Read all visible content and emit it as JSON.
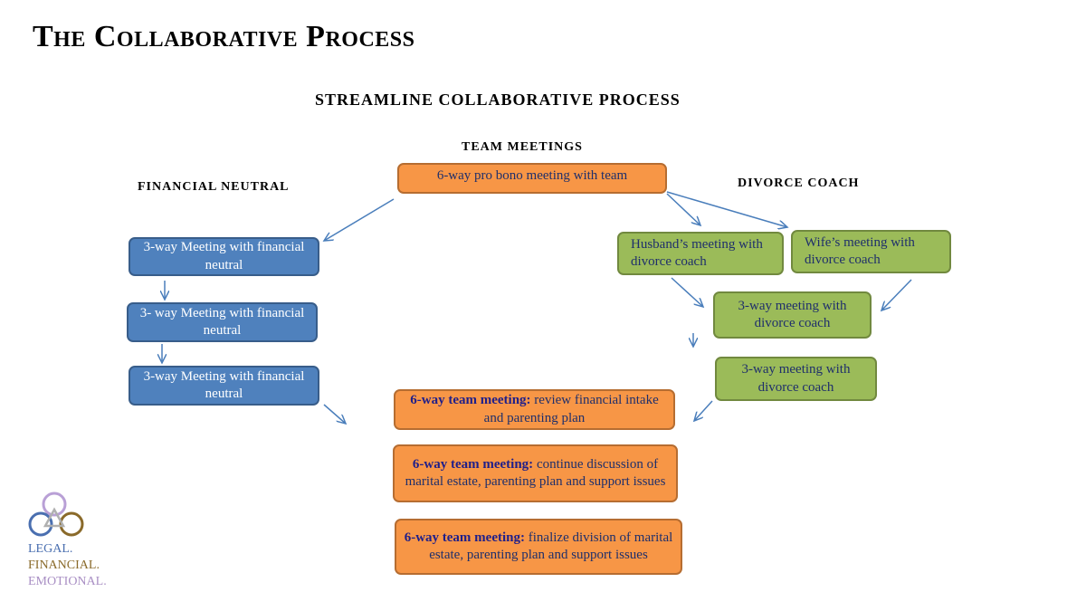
{
  "title": "The Collaborative Process",
  "subtitle": "STREAMLINE COLLABORATIVE PROCESS",
  "headings": {
    "team_meetings": "TEAM MEETINGS",
    "financial_neutral": "FINANCIAL NEUTRAL",
    "divorce_coach": "DIVORCE COACH"
  },
  "team": {
    "initial": "6-way pro bono meeting with team",
    "meeting1": {
      "bold": "6-way team meeting:",
      "text": " review financial intake and parenting plan"
    },
    "meeting2": {
      "bold": "6-way team meeting:",
      "text": " continue discussion of marital estate, parenting plan and support issues"
    },
    "meeting3": {
      "bold": "6-way team meeting:",
      "text": " finalize division of marital estate, parenting plan and support issues"
    }
  },
  "financial": {
    "box1": "3-way Meeting with financial neutral",
    "box2": "3- way Meeting with financial neutral",
    "box3": "3-way Meeting with financial neutral"
  },
  "coach": {
    "husband": "Husband’s meeting with divorce coach",
    "wife": "Wife’s meeting with divorce coach",
    "box1": "3-way meeting with divorce coach",
    "box2": "3-way meeting with divorce coach"
  },
  "logo": {
    "line1": "LEGAL.",
    "line2": "FINANCIAL.",
    "line3": "EMOTIONAL.",
    "colors": {
      "legal": "#4a6fb0",
      "financial": "#8a6a2a",
      "emotional": "#a98fc4"
    }
  },
  "colors": {
    "blue_box": "#4f81bd",
    "green_box": "#9bbb59",
    "orange_box": "#f79646",
    "arrow": "#4a7ebb"
  }
}
